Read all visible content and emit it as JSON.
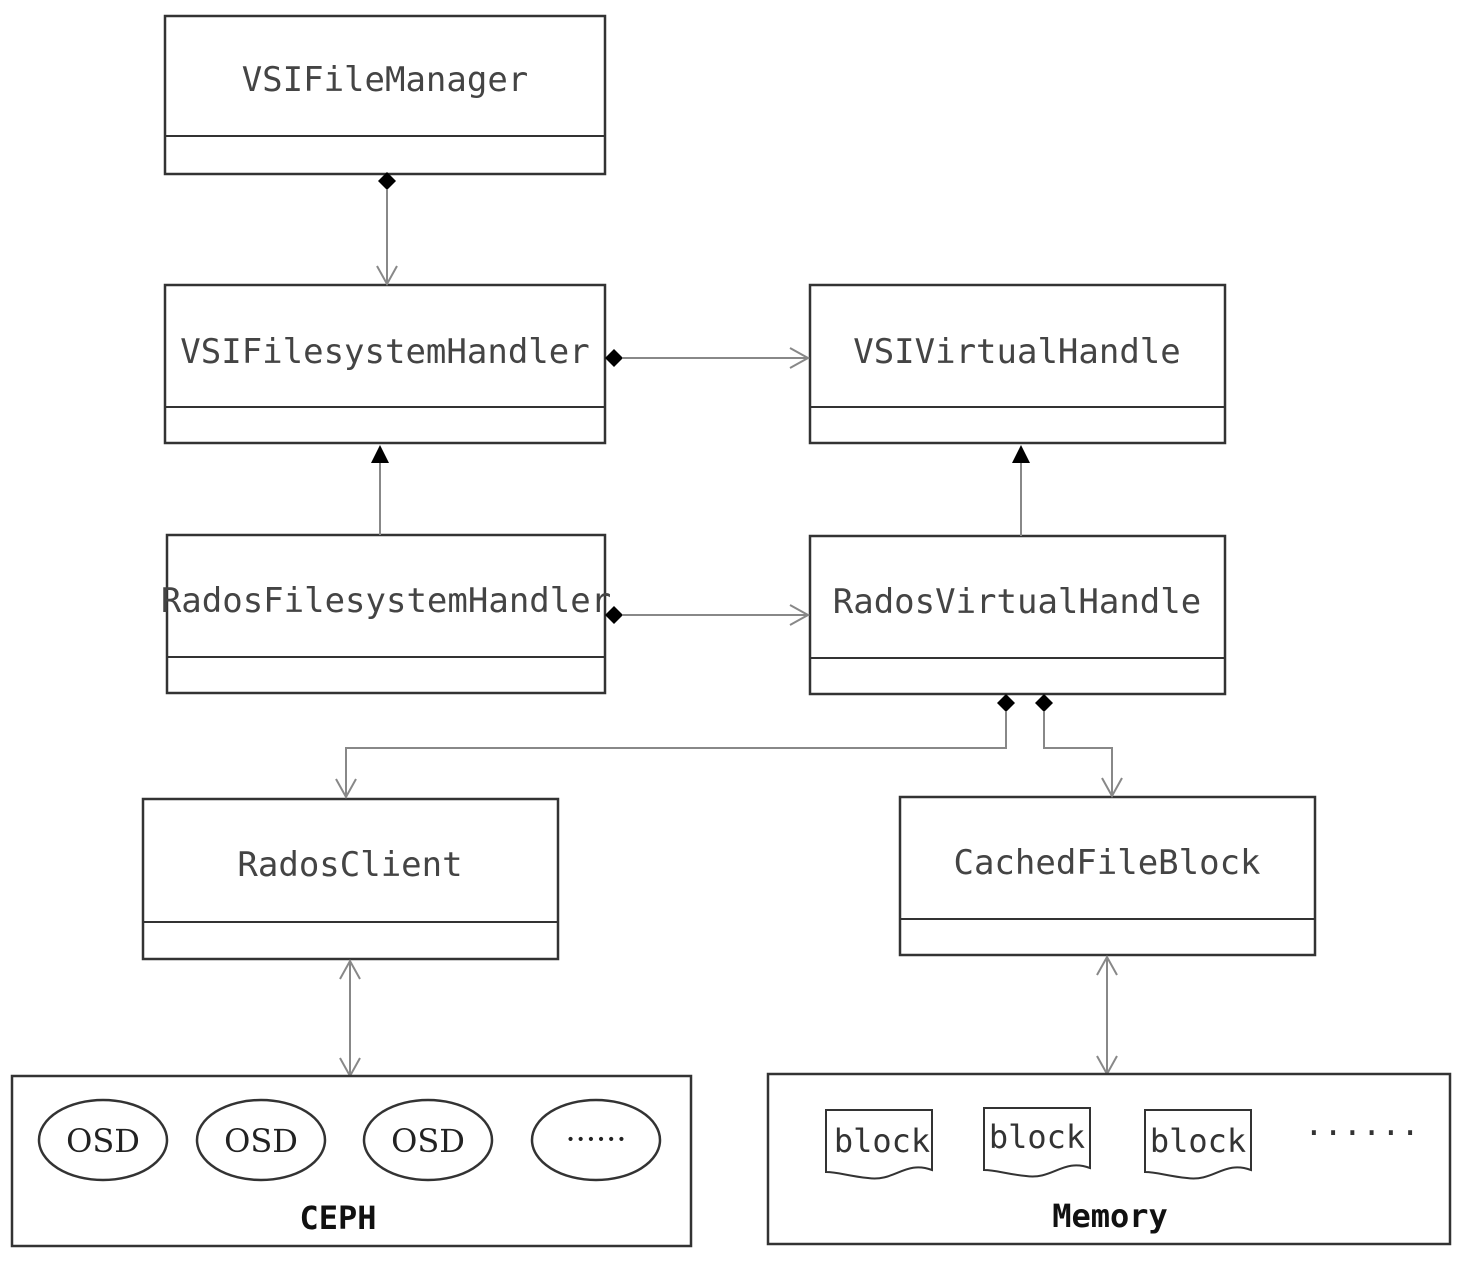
{
  "classes": {
    "file_manager": "VSIFileManager",
    "filesystem_handler": "VSIFilesystemHandler",
    "virtual_handle": "VSIVirtualHandle",
    "rados_filesystem_handler": "RadosFilesystemHandler",
    "rados_virtual_handle": "RadosVirtualHandle",
    "rados_client": "RadosClient",
    "cached_file_block": "CachedFileBlock"
  },
  "ceph": {
    "label": "CEPH",
    "nodes": [
      "OSD",
      "OSD",
      "OSD",
      "······"
    ]
  },
  "memory": {
    "label": "Memory",
    "blocks": [
      "block",
      "block",
      "block"
    ],
    "more": "······"
  }
}
